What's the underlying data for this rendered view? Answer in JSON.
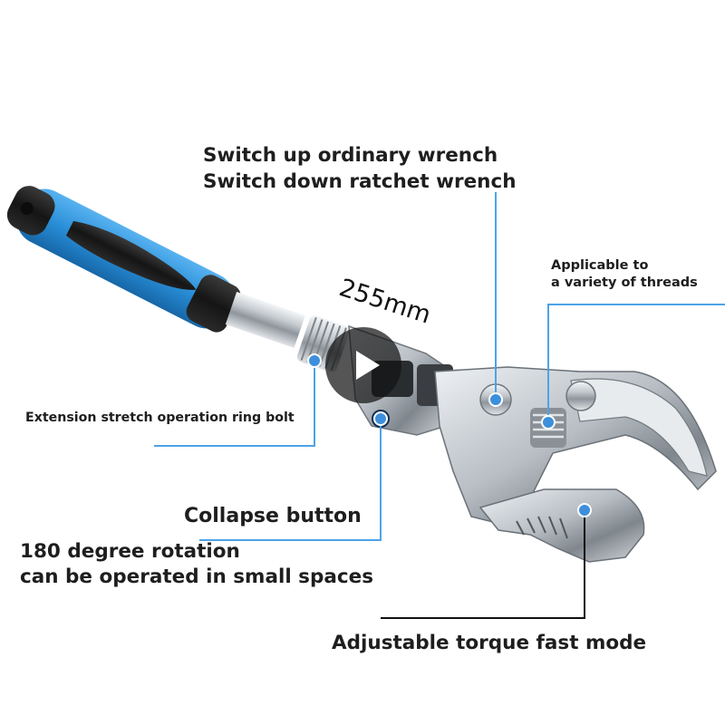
{
  "annotations": {
    "switch_mode": [
      "Switch up ordinary wrench",
      "Switch down ratchet wrench"
    ],
    "threads": [
      "Applicable to",
      "a variety of threads"
    ],
    "extension": "Extension stretch operation ring bolt",
    "collapse": "Collapse button",
    "rotation": [
      "180 degree rotation",
      "can be operated in small spaces"
    ],
    "torque": "Adjustable torque fast mode"
  },
  "length_label": "255mm",
  "colors": {
    "handle_blue": "#2a8fd8",
    "grip_black": "#1c1c1c",
    "chrome": "#c9ced3",
    "callout_line": "#4ea3e6",
    "play_overlay": "#141414"
  },
  "icons": {
    "play": "play-icon"
  }
}
